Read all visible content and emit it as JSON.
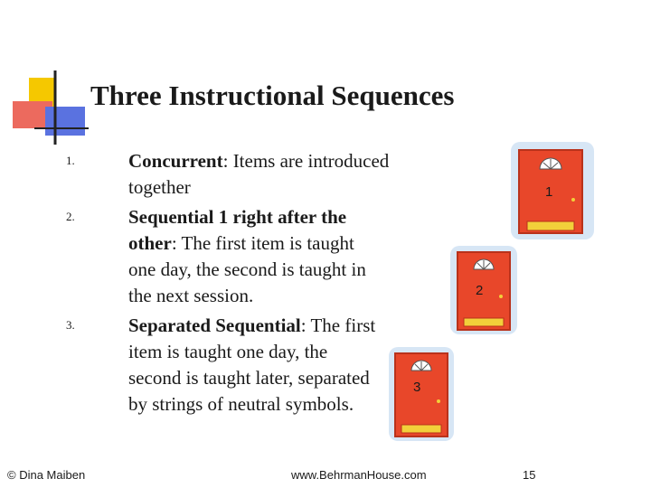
{
  "slide": {
    "title": "Three Instructional Sequences",
    "items": [
      {
        "number": "1.",
        "term": "Concurrent",
        "rest": ":  Items are introduced together"
      },
      {
        "number": "2.",
        "term": "Sequential 1 right after the other",
        "rest": ":  The first item is taught one day, the second is taught in the next session."
      },
      {
        "number": "3.",
        "term": "Separated Sequential",
        "rest": ": The first item is taught one day, the second is taught later, separated by strings of neutral symbols."
      }
    ],
    "doors": [
      {
        "label": "1",
        "icon": "door-icon"
      },
      {
        "label": "2",
        "icon": "door-icon"
      },
      {
        "label": "3",
        "icon": "door-icon"
      }
    ]
  },
  "footer": {
    "copyright": "© Dina Maiben",
    "website": "www.BehrmanHouse.com",
    "page_number": "15"
  },
  "colors": {
    "door_red": "#e8472a",
    "door_dark": "#b9321b",
    "kick_plate": "#f2d03a",
    "glow": "#c9def2",
    "accent_yellow": "#f5c800",
    "accent_blue": "#4a63d6",
    "accent_red": "#e8433a"
  }
}
